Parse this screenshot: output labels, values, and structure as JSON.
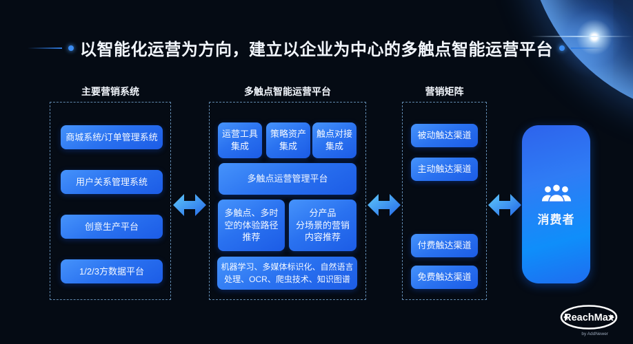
{
  "title": "以智能化运营为方向，建立以企业为中心的多触点智能运营平台",
  "columns": [
    {
      "header": "主要营销系统",
      "boxes": [
        "商城系统/订单管理系统",
        "用户关系管理系统",
        "创意生产平台",
        "1/2/3方数据平台"
      ]
    },
    {
      "header": "多触点智能运营平台",
      "integration_boxes": [
        "运营工具\n集成",
        "策略资产\n集成",
        "触点对接\n集成"
      ],
      "management_box": "多触点运营管理平台",
      "recommendation_boxes": [
        "多触点、多时\n空的体验路径\n推荐",
        "分产品\n分场景的营销\n内容推荐"
      ],
      "tech_box": "机器学习、多媒体标识化、自然语言\n处理、OCR、爬虫技术、知识图谱"
    },
    {
      "header": "营销矩阵",
      "upper_boxes": [
        "被动触达渠道",
        "主动触达渠道"
      ],
      "lower_boxes": [
        "付费触达渠道",
        "免费触达渠道"
      ]
    }
  ],
  "consumer": {
    "label": "消费者",
    "icon": "people-group-icon"
  },
  "logo": {
    "name": "ReachMax",
    "tagline": "by AddNewer"
  },
  "colors": {
    "background": "#050b14",
    "pill_gradient_start": "#4693fb",
    "pill_gradient_end": "#1c5ce6",
    "arrow_light": "#5fc8fa",
    "arrow_dark": "#2569e8",
    "dashed_border": "#78aad7",
    "accent_dot": "#3b8cf2",
    "planet_rim": "#6eb4ff"
  }
}
